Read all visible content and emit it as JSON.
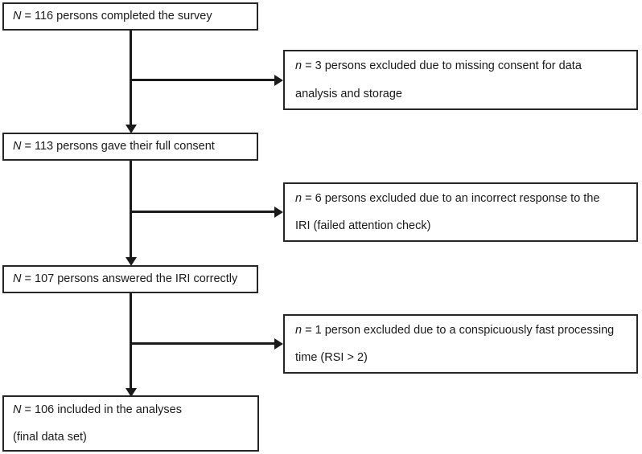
{
  "figure": {
    "type": "flowchart",
    "description": "Participant exclusion flow diagram",
    "colors": {
      "box_border": "#262626",
      "line": "#1a1a1a",
      "background": "#ffffff",
      "text": "#1a1a1a"
    }
  },
  "main_nodes": [
    {
      "id": "node-enrolled",
      "symbol": "N",
      "lines": [
        "N = 116 persons completed the survey"
      ],
      "line1_symbol": "N",
      "line1_rest": " = 116 persons completed the survey",
      "line2_rest": ""
    },
    {
      "id": "node-consent",
      "symbol": "N",
      "lines": [
        "N = 113 persons gave their full consent"
      ],
      "line1_symbol": "N",
      "line1_rest": " = 113 persons gave their full consent",
      "line2_rest": ""
    },
    {
      "id": "node-iri-correct",
      "symbol": "N",
      "lines": [
        "N = 107 persons answered the IRI correctly"
      ],
      "line1_symbol": "N",
      "line1_rest": " = 107 persons answered the IRI correctly",
      "line2_rest": ""
    },
    {
      "id": "node-final",
      "symbol": "N",
      "lines": [
        "N = 106 included in the analyses",
        "(final data set)"
      ],
      "line1_symbol": "N",
      "line1_rest": " = 106 included in the analyses",
      "line2_rest": "(final data set)"
    }
  ],
  "exclusion_nodes": [
    {
      "id": "excl-consent",
      "symbol": "n",
      "lines": [
        "n = 3 persons excluded due to missing consent for data",
        "analysis and storage"
      ],
      "line1_symbol": "n",
      "line1_rest": " = 3 persons excluded due to missing consent for data",
      "line2_rest": "analysis and storage"
    },
    {
      "id": "excl-attention",
      "symbol": "n",
      "lines": [
        "n = 6 persons excluded due to an incorrect response to the",
        "IRI (failed attention check)"
      ],
      "line1_symbol": "n",
      "line1_rest": " = 6 persons excluded due to an incorrect response to the",
      "line2_rest": "IRI (failed attention check)"
    },
    {
      "id": "excl-speed",
      "symbol": "n",
      "lines": [
        "n = 1 person excluded due to a conspicuously fast processing",
        "time (RSI > 2)"
      ],
      "line1_symbol": "n",
      "line1_rest": " = 1 person excluded due to a conspicuously fast processing",
      "line2_rest": "time (RSI > 2)"
    }
  ],
  "chart_data": {
    "type": "table",
    "title": "",
    "categories": [
      "Completed the survey",
      "Gave full consent",
      "Answered the IRI correctly",
      "Included in the analyses (final data set)"
    ],
    "values": [
      116,
      113,
      107,
      106
    ],
    "exclusion_labels": [
      "Missing consent for data analysis and storage",
      "Incorrect response to the IRI (failed attention check)",
      "Conspicuously fast processing time (RSI > 2)"
    ],
    "exclusion_values": [
      3,
      6,
      1
    ]
  }
}
